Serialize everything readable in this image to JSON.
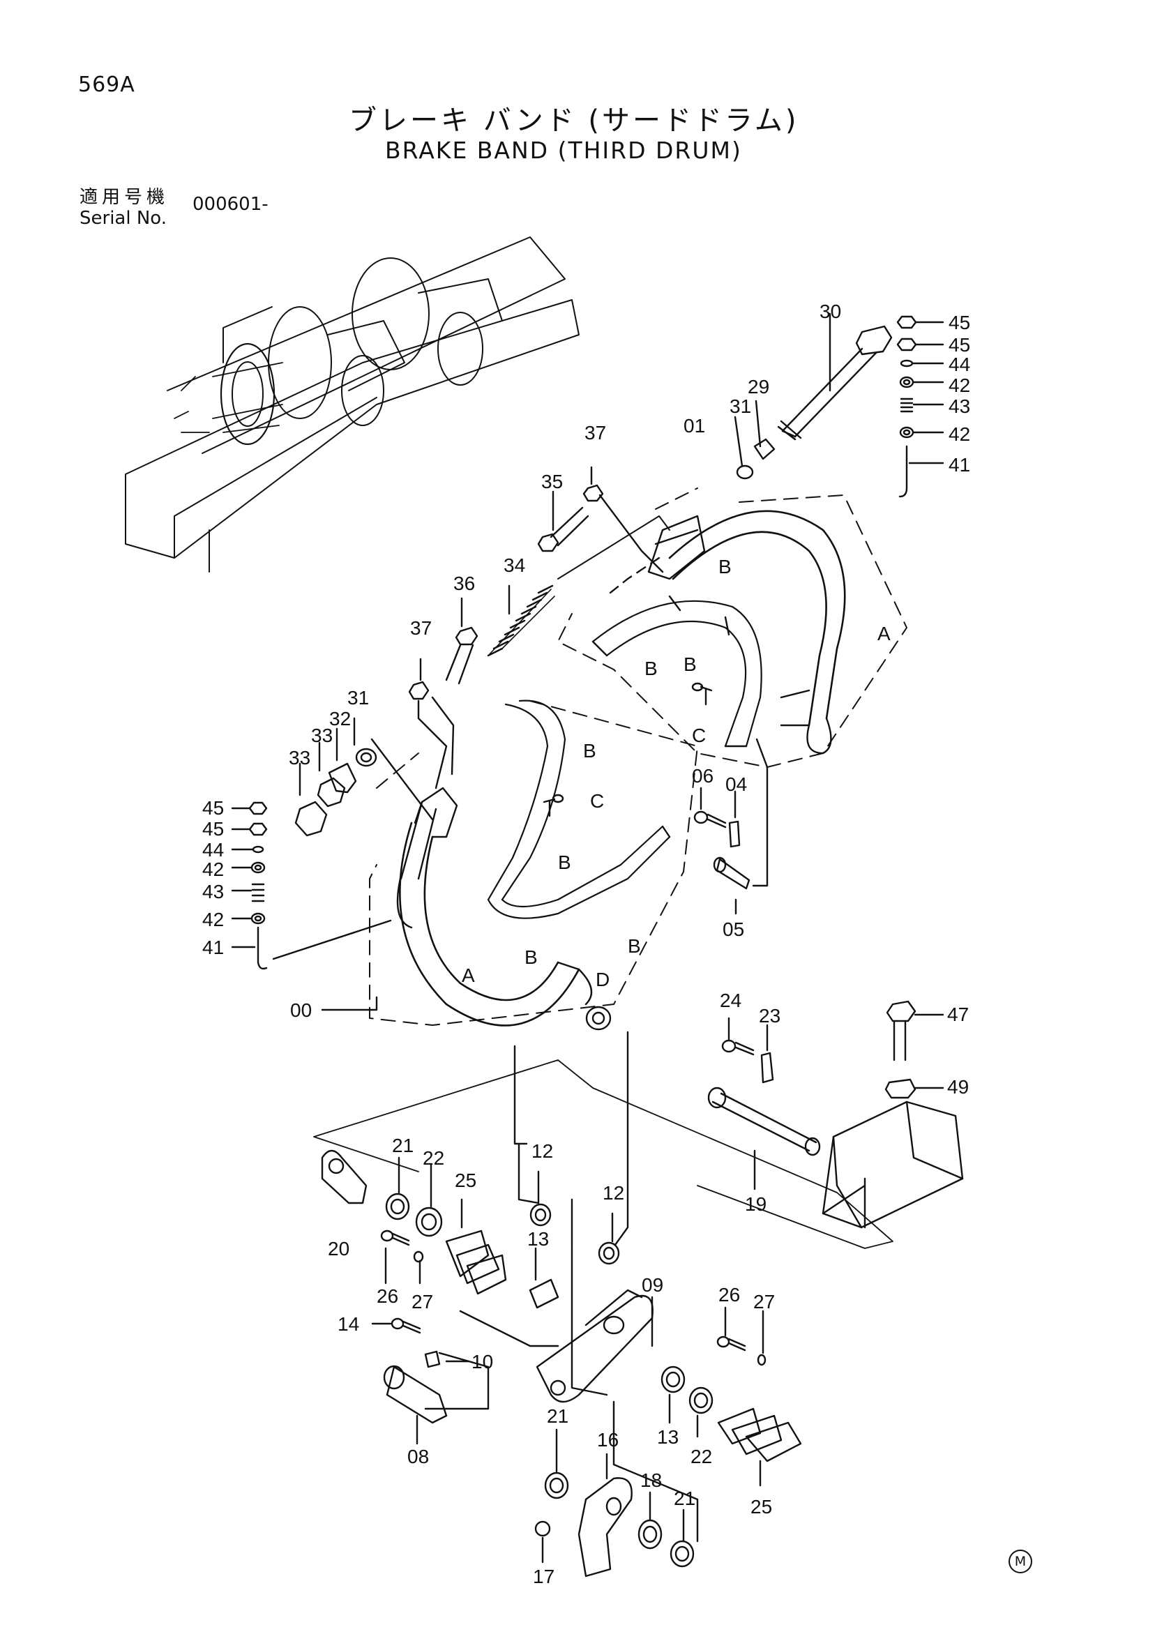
{
  "header": {
    "page_no": "569A",
    "title_jp": "ブレーキ バンド (サードドラム)",
    "title_en": "BRAKE BAND (THIRD DRUM)",
    "serial_label_jp": "適用号機",
    "serial_label_en": "Serial No.",
    "serial_value": "000601-"
  },
  "footer": {
    "mark": "M"
  },
  "callouts": {
    "c30": "30",
    "c45a": "45",
    "c45b": "45",
    "c44": "44",
    "c42a": "42",
    "c43": "43",
    "c42b": "42",
    "c41": "41",
    "c29": "29",
    "c31a": "31",
    "c01": "01",
    "c37a": "37",
    "c35": "35",
    "c34": "34",
    "c36": "36",
    "c37b": "37",
    "c31b": "31",
    "c32": "32",
    "c33a": "33",
    "c33b": "33",
    "l45a": "45",
    "l45b": "45",
    "l44": "44",
    "l42a": "42",
    "l43": "43",
    "l42b": "42",
    "l41": "41",
    "c00": "00",
    "bA1": "A",
    "bA2": "A",
    "bB1": "B",
    "bB2": "B",
    "bB3": "B",
    "bB4": "B",
    "bB5": "B",
    "bB6": "B",
    "bB7": "B",
    "bC1": "C",
    "bC2": "C",
    "bD": "D",
    "c06": "06",
    "c04": "04",
    "c05": "05",
    "c24": "24",
    "c23": "23",
    "c47": "47",
    "c49": "49",
    "c19": "19",
    "c20": "20",
    "c21a": "21",
    "c22a": "22",
    "c25a": "25",
    "c12a": "12",
    "c12b": "12",
    "c26a": "26",
    "c27a": "27",
    "c13a": "13",
    "c09": "09",
    "c26b": "26",
    "c27b": "27",
    "c14": "14",
    "c10": "10",
    "c08": "08",
    "c13b": "13",
    "c22b": "22",
    "c25b": "25",
    "c21b": "21",
    "c16": "16",
    "c18": "18",
    "c21c": "21",
    "c17": "17"
  }
}
